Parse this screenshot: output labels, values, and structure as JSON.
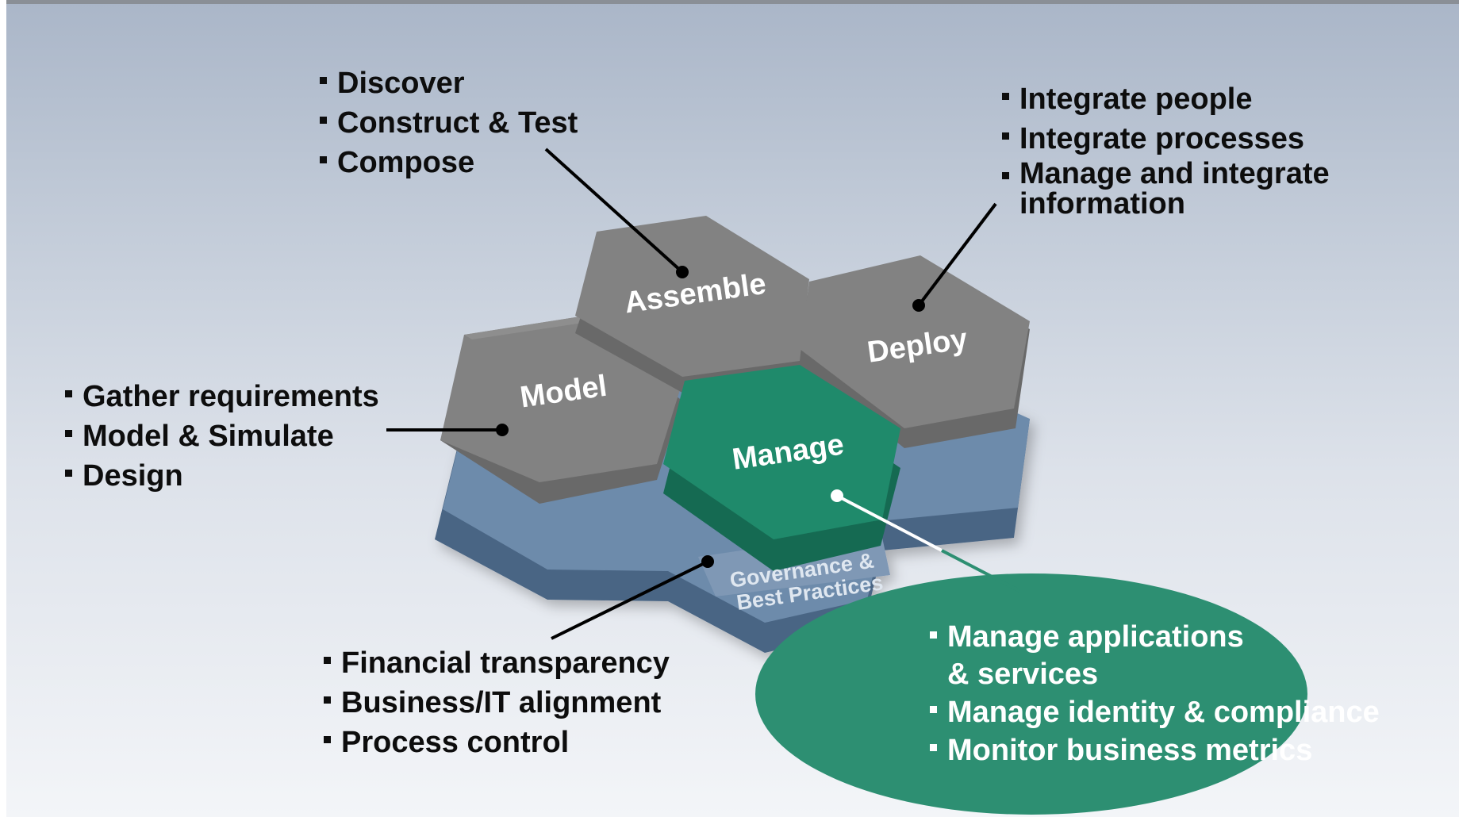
{
  "hexagons": {
    "assemble": "Assemble",
    "deploy": "Deploy",
    "model": "Model",
    "manage": "Manage",
    "governance_line1": "Governance &",
    "governance_line2": "Best Practices"
  },
  "callouts": {
    "assemble": [
      "Discover",
      "Construct & Test",
      "Compose"
    ],
    "deploy": [
      "Integrate people",
      "Integrate processes",
      "Manage and integrate information"
    ],
    "model": [
      "Gather requirements",
      "Model & Simulate",
      "Design"
    ],
    "governance": [
      "Financial transparency",
      "Business/IT alignment",
      "Process control"
    ],
    "manage": [
      "Manage applications & services",
      "Manage identity & compliance",
      "Monitor business metrics"
    ]
  },
  "colors": {
    "gray_top": "#828282",
    "gray_side": "#6b6b6b",
    "green_top": "#1f8a6b",
    "green_side": "#156a52",
    "blue_top": "#6d8bab",
    "blue_side": "#4a6584",
    "ellipse": "#2d8f72"
  }
}
